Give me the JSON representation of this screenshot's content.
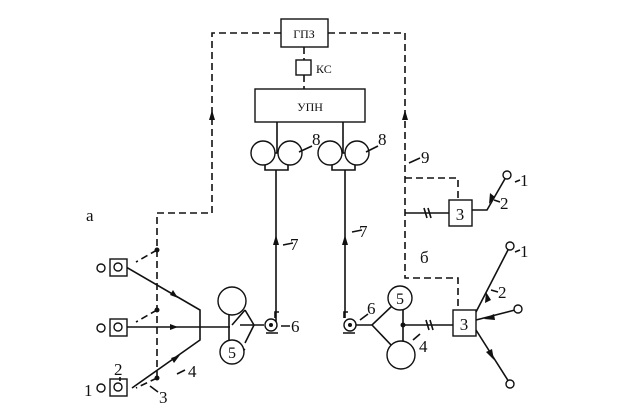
{
  "blocks": {
    "gpz": "ГПЗ",
    "ks": "КС",
    "upn": "УПН",
    "separator": "3",
    "tank": "5"
  },
  "labels": {
    "a": "а",
    "b": "б",
    "n1": "1",
    "n2": "2",
    "n3": "3",
    "n4": "4",
    "n6": "6",
    "n7": "7",
    "n8": "8",
    "n9": "9"
  }
}
